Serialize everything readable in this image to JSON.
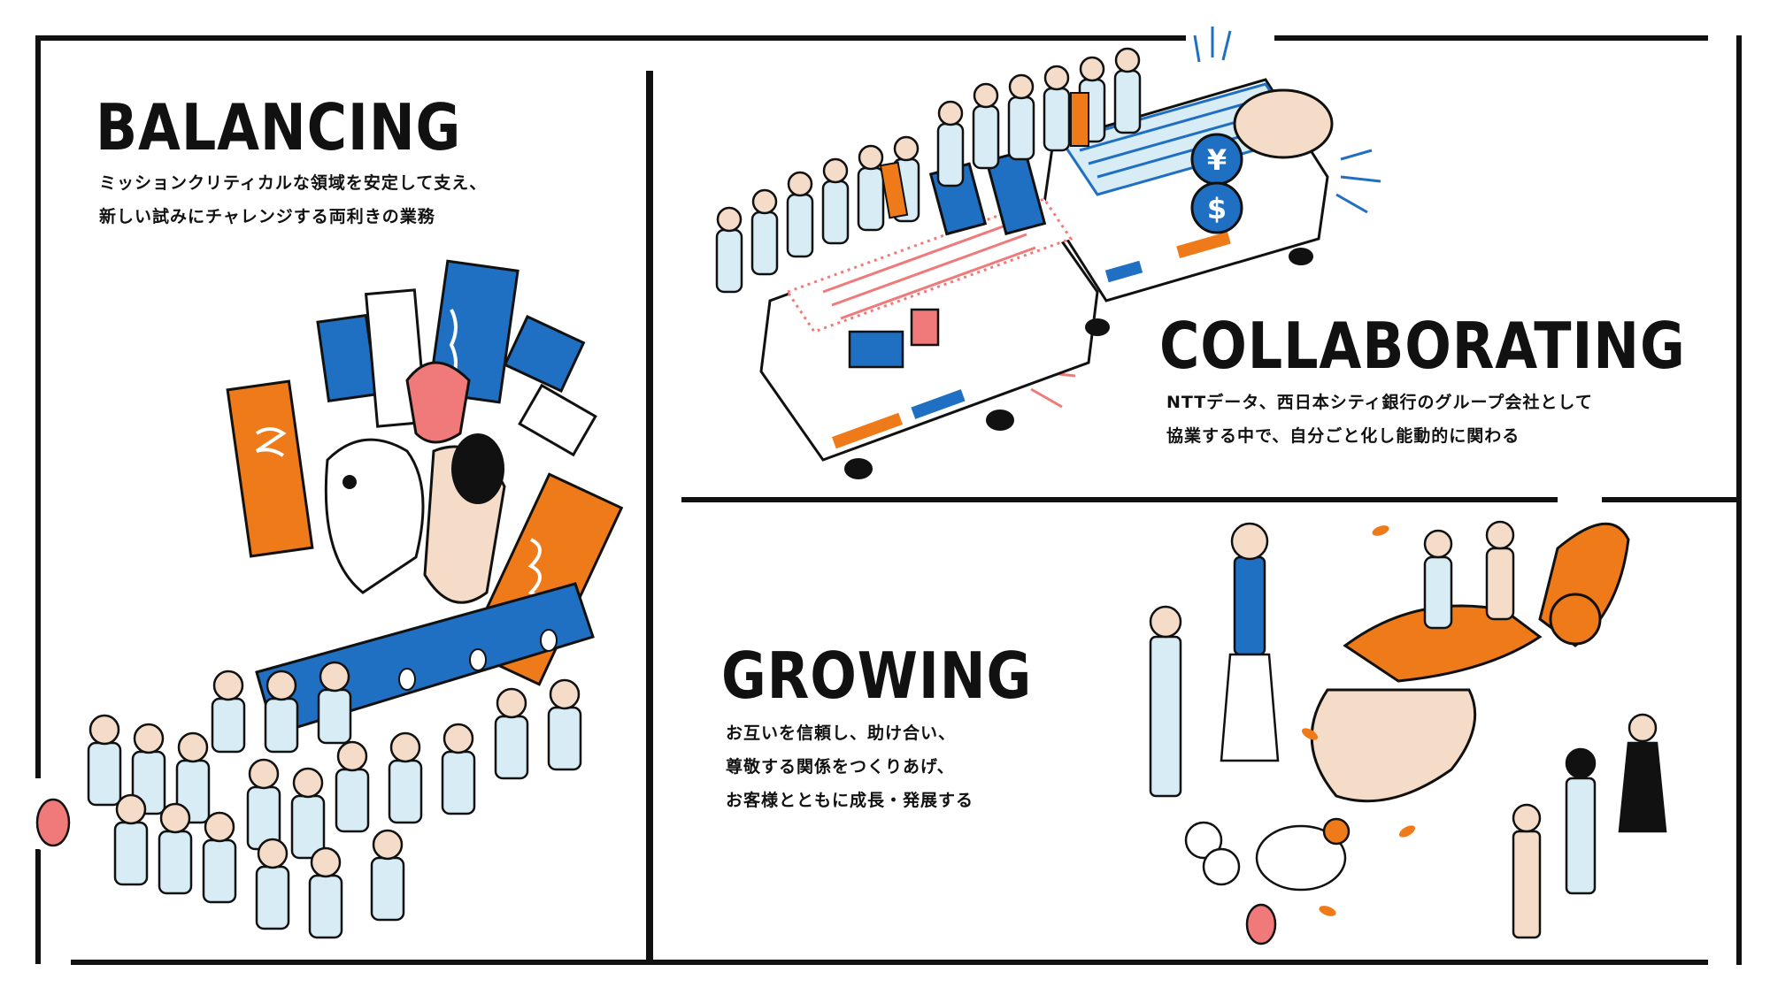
{
  "sections": {
    "balancing": {
      "title": "BALANCING",
      "lines": [
        "ミッションクリティカルな領域を安定して支え、",
        "新しい試みにチャレンジする両利きの業務"
      ]
    },
    "collaborating": {
      "title": "COLLABORATING",
      "lines": [
        "NTTデータ、西日本シティ銀行のグループ会社として",
        "協業する中で、自分ごと化し能動的に関わる"
      ]
    },
    "growing": {
      "title": "GROWING",
      "lines": [
        "お互いを信頼し、助け合い、",
        "尊敬する関係をつくりあげ、",
        "お客様とともに成長・発展する"
      ]
    },
    "illustrations": {
      "coin_yen": "¥",
      "coin_dollar": "$"
    }
  },
  "colors": {
    "ink": "#111111",
    "blue": "#1f6fc3",
    "orange": "#ee7a1a",
    "pink": "#f07a7a",
    "skin": "#f5dcc8",
    "light_blue": "#d7ecf5"
  }
}
